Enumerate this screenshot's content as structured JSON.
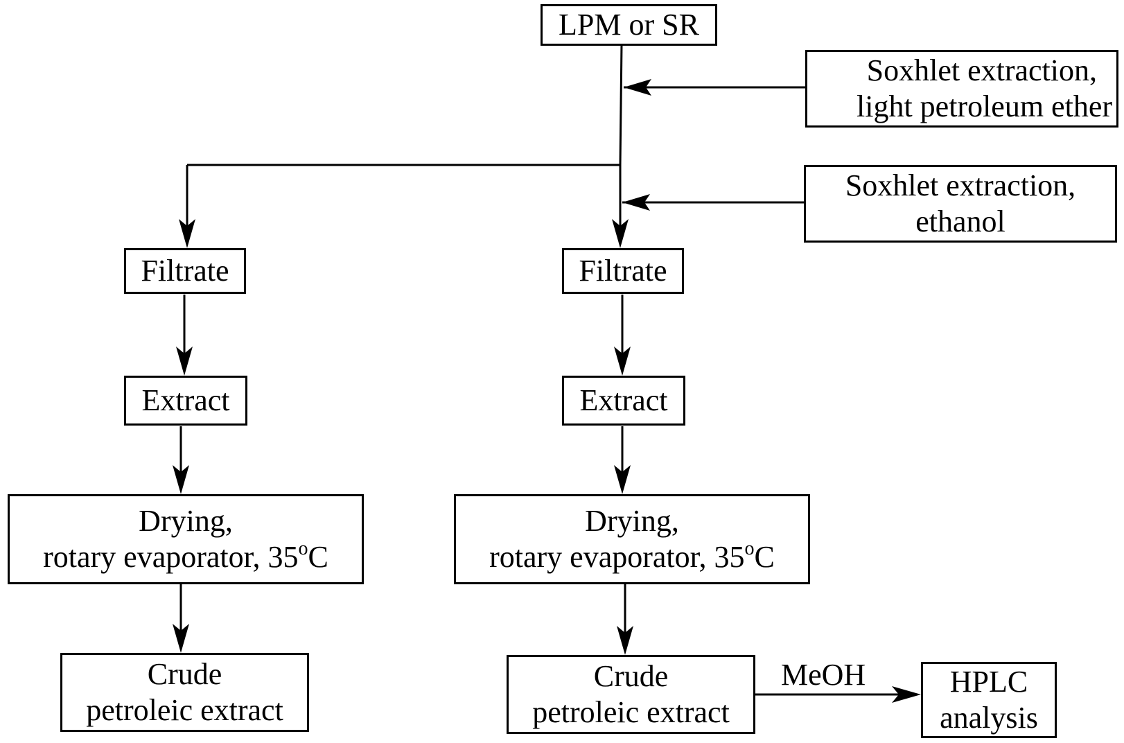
{
  "nodes": {
    "start": {
      "lines": [
        "LPM or SR"
      ]
    },
    "soxhlet_pe": {
      "lines": [
        "Soxhlet extraction,",
        "light petroleum ether"
      ]
    },
    "soxhlet_et": {
      "lines": [
        "Soxhlet extraction,",
        "ethanol"
      ]
    },
    "filtrate_left": {
      "lines": [
        "Filtrate"
      ]
    },
    "filtrate_right": {
      "lines": [
        "Filtrate"
      ]
    },
    "extract_left": {
      "lines": [
        "Extract"
      ]
    },
    "extract_right": {
      "lines": [
        "Extract"
      ]
    },
    "drying_left": {
      "line1": "Drying,",
      "line2_main": "rotary evaporator, 35",
      "line2_sup": "o",
      "line2_end": "C"
    },
    "drying_right": {
      "line1": "Drying,",
      "line2_main": "rotary evaporator, 35",
      "line2_sup": "o",
      "line2_end": "C"
    },
    "crude_left": {
      "lines": [
        "Crude",
        "petroleic extract"
      ]
    },
    "crude_right": {
      "lines": [
        "Crude",
        "petroleic extract"
      ]
    },
    "hplc": {
      "lines": [
        "HPLC",
        "analysis"
      ]
    }
  },
  "edge_labels": {
    "meoh": "MeOH"
  }
}
